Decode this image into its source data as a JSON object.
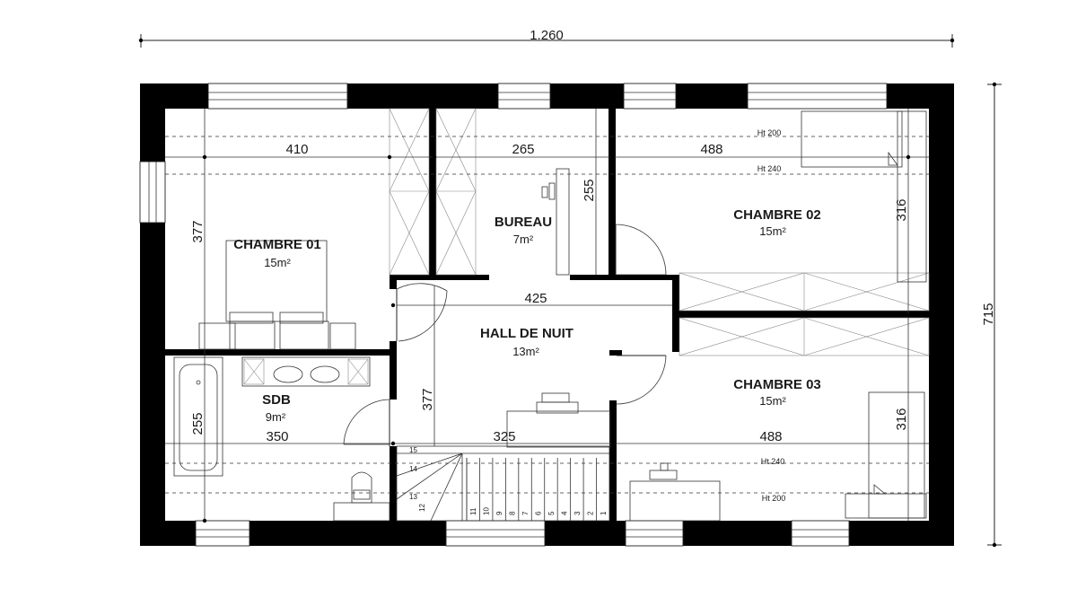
{
  "plan": {
    "overall_width": "1.260",
    "overall_depth": "715",
    "rooms": {
      "chambre01": {
        "name": "CHAMBRE 01",
        "area": "15m²"
      },
      "bureau": {
        "name": "BUREAU",
        "area": "7m²"
      },
      "chambre02": {
        "name": "CHAMBRE 02",
        "area": "15m²"
      },
      "hall": {
        "name": "HALL DE NUIT",
        "area": "13m²"
      },
      "chambre03": {
        "name": "CHAMBRE 03",
        "area": "15m²"
      },
      "sdb": {
        "name": "SDB",
        "area": "9m²"
      }
    },
    "dimensions": {
      "top_left_width": "410",
      "top_mid_width": "265",
      "top_right_width": "488",
      "chambre01_depth": "377",
      "bureau_depth": "255",
      "chambre02_depth": "316",
      "hall_width": "425",
      "hall_depth": "377",
      "sdb_depth": "255",
      "bottom_left_width": "350",
      "bottom_mid_width": "325",
      "bottom_right_width": "488",
      "chambre03_depth": "316"
    },
    "ceiling_heights": {
      "top_200": "Ht 200",
      "top_240": "Ht 240",
      "bottom_240": "Ht 240",
      "bottom_200": "Ht 200"
    },
    "stair_steps": [
      "15",
      "14",
      "13",
      "12",
      "11",
      "10",
      "9",
      "8",
      "7",
      "6",
      "5",
      "4",
      "3",
      "2",
      "1"
    ]
  }
}
